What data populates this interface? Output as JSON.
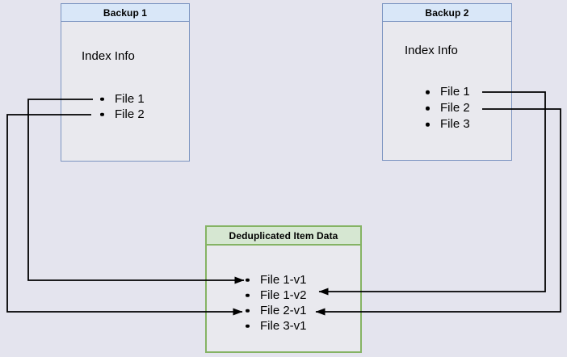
{
  "diagram": {
    "background_color": "#e4e4ee",
    "box_fill_color": "#e9e9ee",
    "blue_border_color": "#7b94c1",
    "blue_header_fill": "#d9e7f8",
    "green_border_color": "#85b364",
    "green_header_fill": "#d6e7d2",
    "connector_color": "#000000"
  },
  "backup1": {
    "title": "Backup 1",
    "subtitle": "Index Info",
    "files": [
      "File 1",
      "File 2"
    ]
  },
  "backup2": {
    "title": "Backup 2",
    "subtitle": "Index Info",
    "files": [
      "File 1",
      "File 2",
      "File 3"
    ]
  },
  "dedup": {
    "title": "Deduplicated Item Data",
    "items": [
      "File 1-v1",
      "File 1-v2",
      "File 2-v1",
      "File 3-v1"
    ]
  },
  "connections": [
    {
      "from": "Backup 1 / File 1",
      "to": "Deduplicated Item Data / File 1-v1"
    },
    {
      "from": "Backup 1 / File 2",
      "to": "Deduplicated Item Data / File 2-v1"
    },
    {
      "from": "Backup 2 / File 1",
      "to": "Deduplicated Item Data / File 1-v2"
    },
    {
      "from": "Backup 2 / File 2",
      "to": "Deduplicated Item Data / File 2-v1"
    }
  ]
}
